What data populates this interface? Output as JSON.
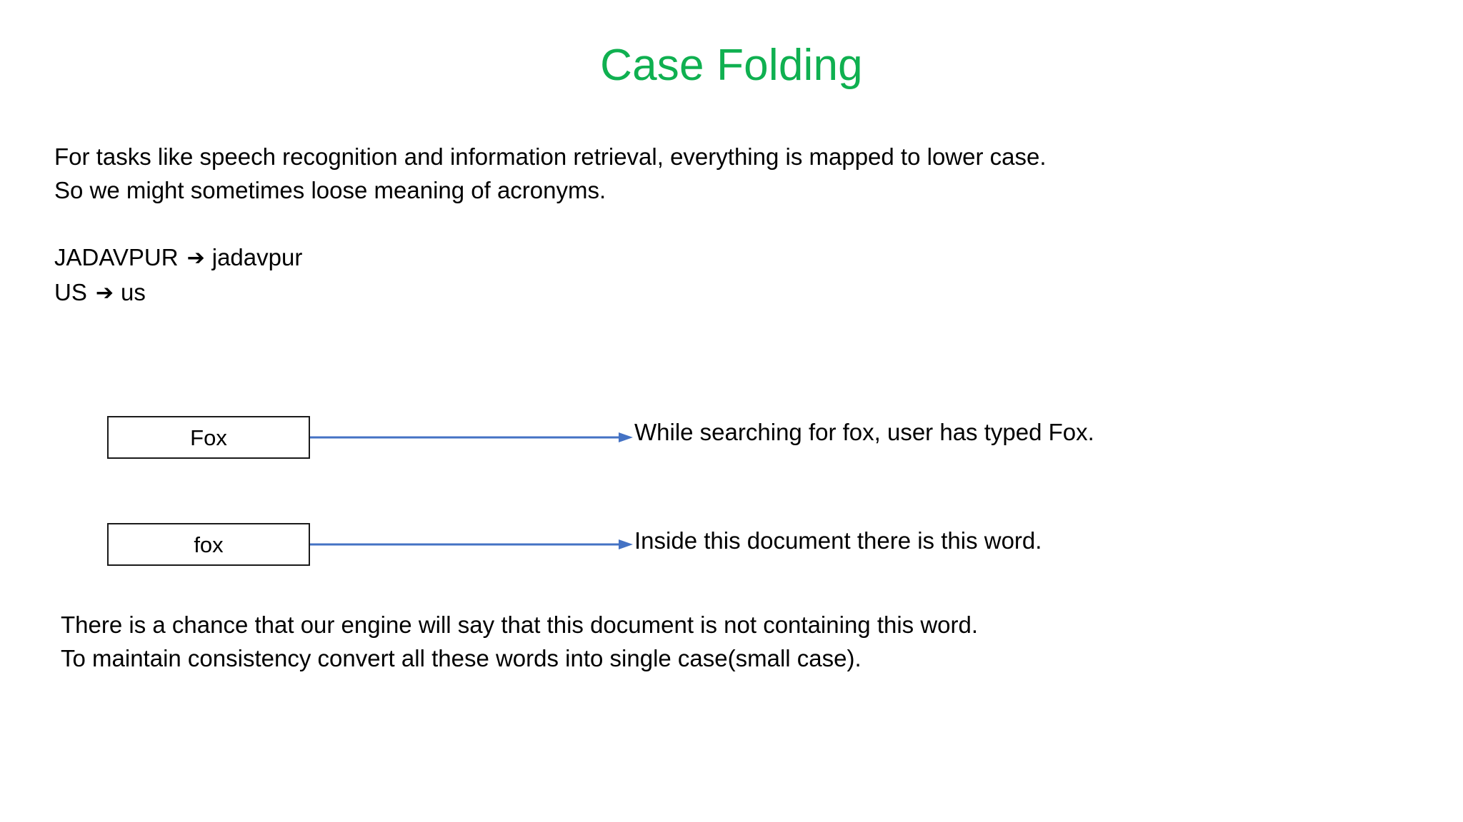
{
  "slide": {
    "title": "Case Folding",
    "title_color": "#0FB050",
    "background_color": "#FFFFFF",
    "text_color": "#000000"
  },
  "intro": {
    "line1": "For tasks like speech recognition and information retrieval, everything is mapped to lower case.",
    "line2": "So we might sometimes loose meaning of acronyms."
  },
  "acronyms": {
    "arrow_glyph": "➔",
    "arrow_icon_name": "heavy-right-arrow-icon",
    "items": [
      {
        "source": "JADAVPUR",
        "target": "jadavpur"
      },
      {
        "source": "US",
        "target": "us"
      }
    ]
  },
  "diagram": {
    "connector_color": "#4472C4",
    "box_border_color": "#1A1A1A",
    "box_fill_color": "#FFFFFF",
    "rows": [
      {
        "box_label": "Fox",
        "note": "While searching for fox, user has typed Fox."
      },
      {
        "box_label": "fox",
        "note": "Inside this document there is this word."
      }
    ]
  },
  "closing": {
    "line1": "There is a chance that our engine will say that this document is not containing this word.",
    "line2": "To maintain consistency convert all these words into single case(small case)."
  }
}
